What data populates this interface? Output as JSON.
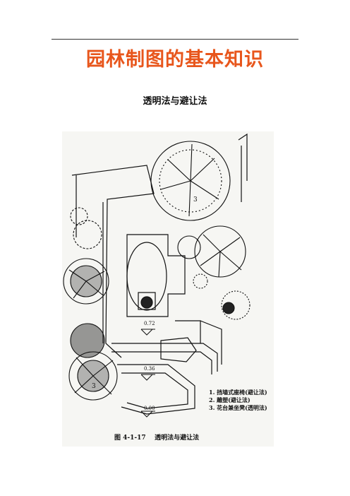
{
  "page": {
    "title": "园林制图的基本知识",
    "subtitle": "透明法与避让法"
  },
  "figure": {
    "levels": [
      "0.72",
      "0.36",
      "0.00"
    ],
    "markers": [
      "3",
      "3"
    ],
    "legend": [
      "1. 挡墙式座椅(避让法)",
      "2. 雕塑(避让法)",
      "3. 花台兼坐凳(透明法)"
    ],
    "caption": "图 4-1-17    透明法与避让法"
  },
  "colors": {
    "title": "#e8561c",
    "text": "#111111"
  }
}
